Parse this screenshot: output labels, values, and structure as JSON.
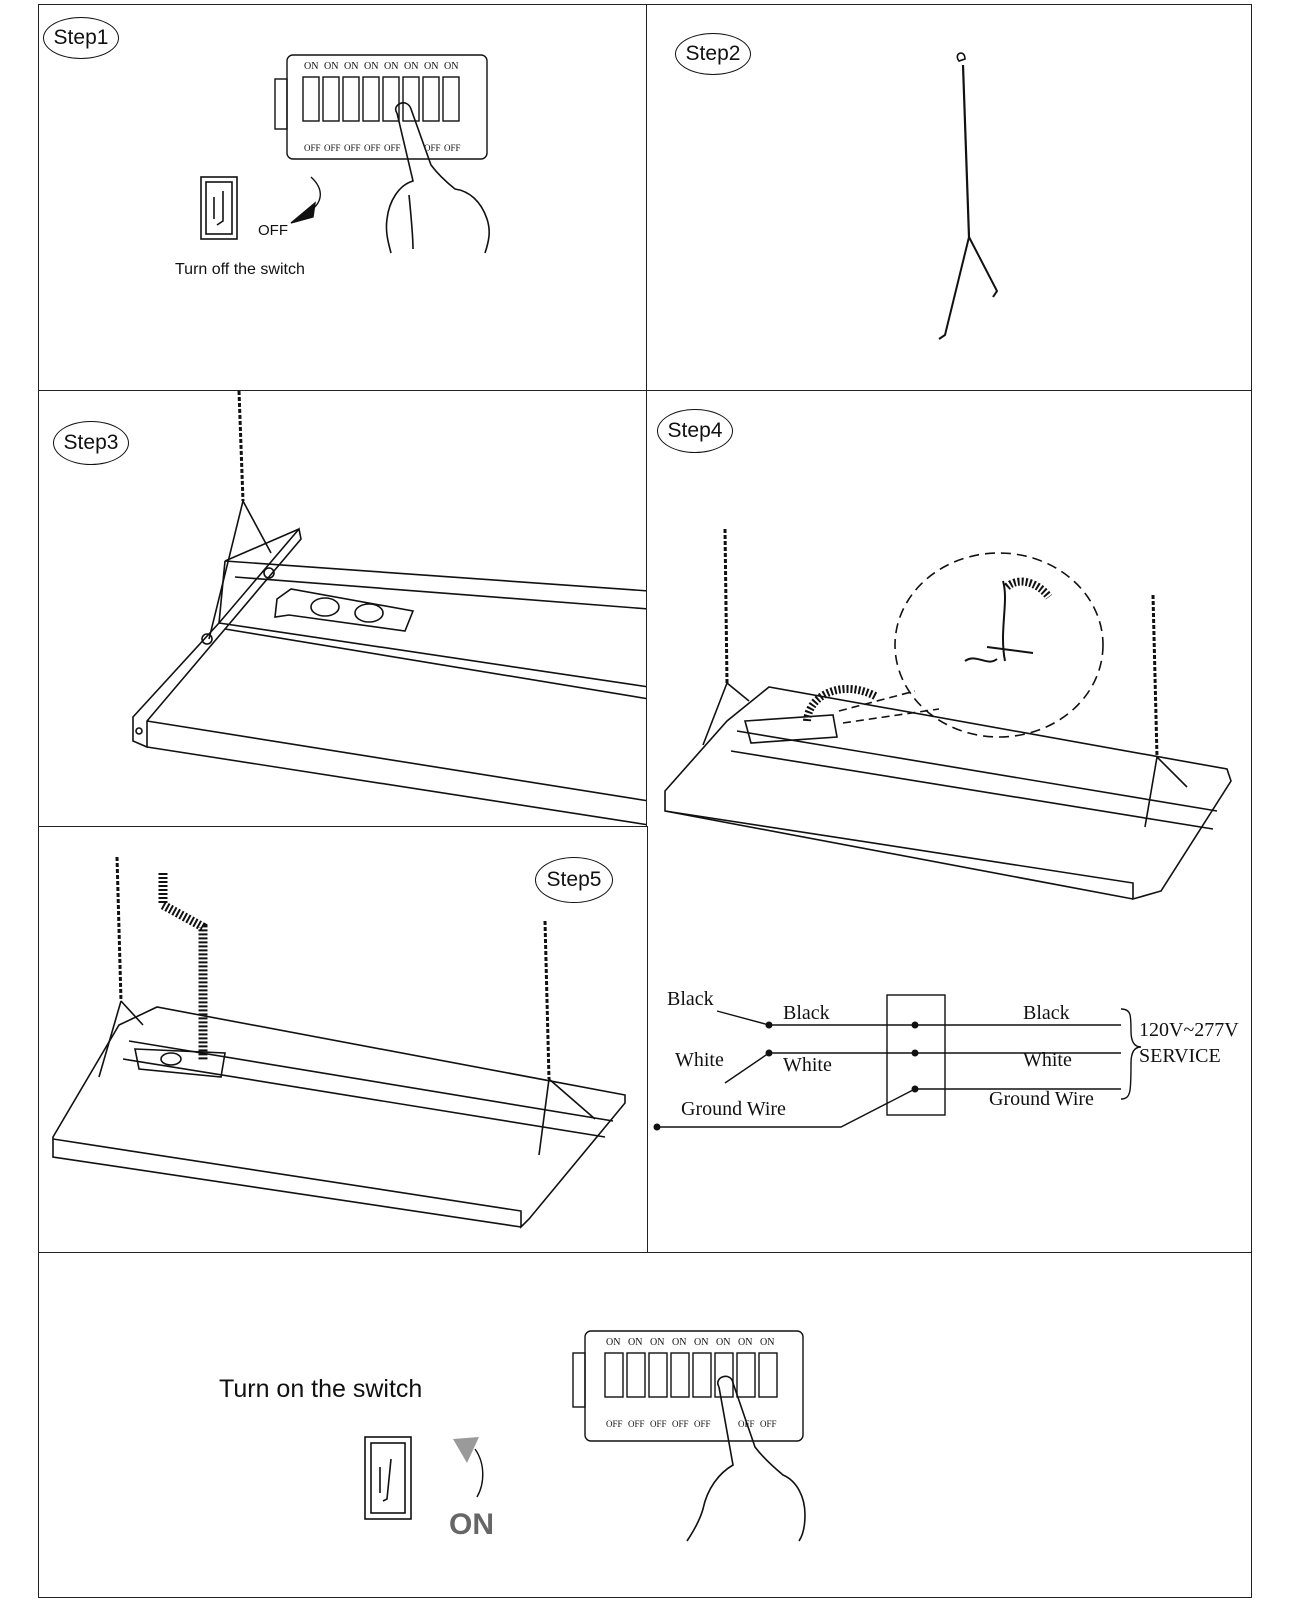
{
  "steps": {
    "step1": {
      "badge": "Step1",
      "off_label": "OFF",
      "caption": "Turn off the switch",
      "breaker_on": [
        "ON",
        "ON",
        "ON",
        "ON",
        "ON",
        "ON",
        "ON",
        "ON"
      ],
      "breaker_off": [
        "OFF",
        "OFF",
        "OFF",
        "OFF",
        "OFF",
        "",
        "OFF",
        "OFF"
      ]
    },
    "step2": {
      "badge": "Step2"
    },
    "step3": {
      "badge": "Step3"
    },
    "step4": {
      "badge": "Step4"
    },
    "step5": {
      "badge": "Step5"
    },
    "step6": {
      "caption": "Turn on the switch",
      "on_label": "ON",
      "breaker_on": [
        "ON",
        "ON",
        "ON",
        "ON",
        "ON",
        "ON",
        "ON",
        "ON"
      ],
      "breaker_off": [
        "OFF",
        "OFF",
        "OFF",
        "OFF",
        "OFF",
        "",
        "OFF",
        "OFF"
      ]
    }
  },
  "wiring": {
    "fixture_black": "Black",
    "fixture_white": "White",
    "fixture_ground": "Ground Wire",
    "mid_black": "Black",
    "mid_white": "White",
    "supply_black": "Black",
    "supply_white": "White",
    "supply_ground": "Ground Wire",
    "service_voltage": "120V~277V",
    "service_label": "SERVICE"
  },
  "colors": {
    "line": "#111111",
    "border": "#222222",
    "background": "#ffffff",
    "arrow_gray": "#9a9a9a"
  }
}
